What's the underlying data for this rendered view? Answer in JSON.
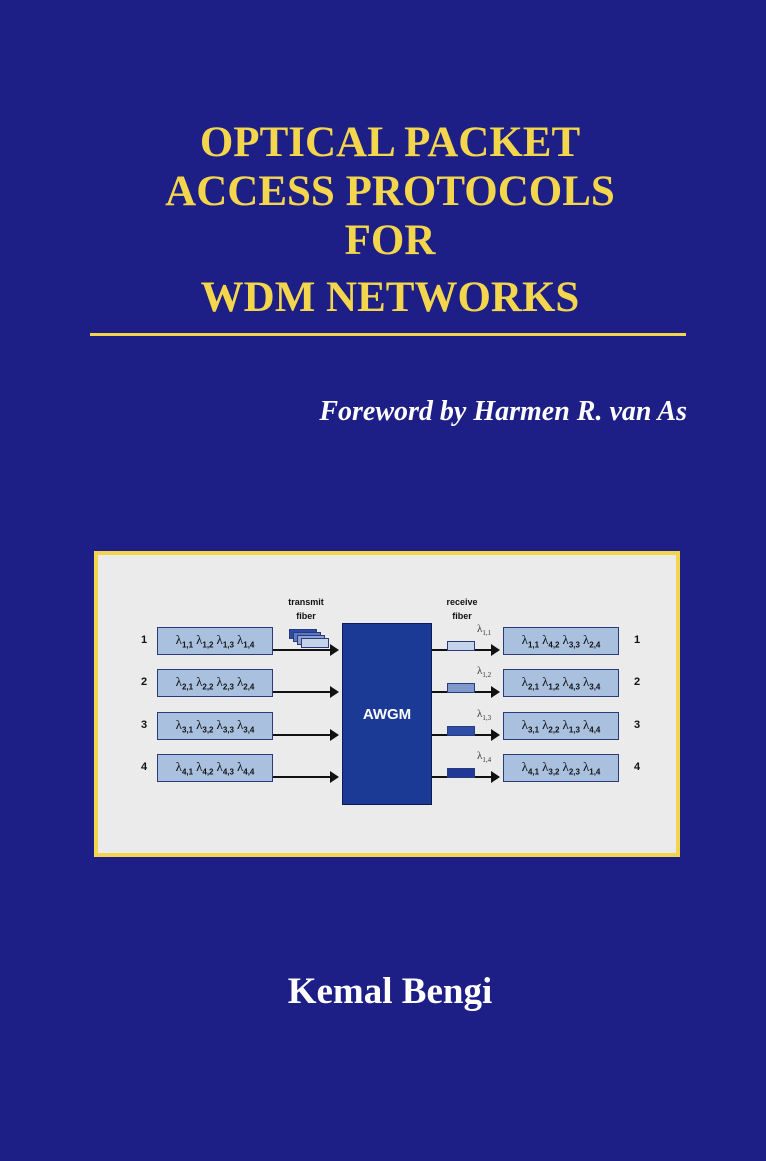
{
  "cover": {
    "title_lines": [
      "OPTICAL PACKET",
      "ACCESS PROTOCOLS",
      "FOR",
      "WDM NETWORKS"
    ],
    "foreword": "Foreword by Harmen R. van As",
    "author": "Kemal Bengi",
    "colors": {
      "background": "#1d1f87",
      "title": "#f4d64c",
      "frame": "#f3d44e"
    }
  },
  "diagram": {
    "symbol": "λ",
    "center_label": "AWGM",
    "transmit_label": [
      "transmit",
      "fiber"
    ],
    "receive_label": [
      "receive",
      "fiber"
    ],
    "row_numbers": [
      "1",
      "2",
      "3",
      "4"
    ],
    "inputs": [
      [
        "1,1",
        "1,2",
        "1,3",
        "1,4"
      ],
      [
        "2,1",
        "2,2",
        "2,3",
        "2,4"
      ],
      [
        "3,1",
        "3,2",
        "3,3",
        "3,4"
      ],
      [
        "4,1",
        "4,2",
        "4,3",
        "4,4"
      ]
    ],
    "outputs": [
      [
        "1,1",
        "4,2",
        "3,3",
        "2,4"
      ],
      [
        "2,1",
        "1,2",
        "4,3",
        "3,4"
      ],
      [
        "3,1",
        "2,2",
        "1,3",
        "4,4"
      ],
      [
        "4,1",
        "3,2",
        "2,3",
        "1,4"
      ]
    ],
    "fiber_wavelengths": [
      "1,1",
      "1,2",
      "1,3",
      "1,4"
    ]
  }
}
